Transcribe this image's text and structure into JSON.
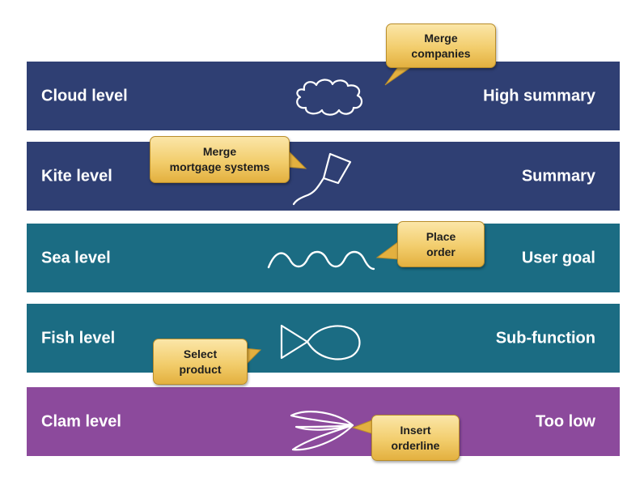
{
  "colors": {
    "navy": "#2f3f73",
    "teal": "#1b6c83",
    "purple": "#8c4a9c",
    "callout": "#f2cd6c",
    "text": "#ffffff"
  },
  "levels": [
    {
      "name": "Cloud level",
      "summary": "High summary",
      "icon": "cloud-icon"
    },
    {
      "name": "Kite level",
      "summary": "Summary",
      "icon": "kite-icon"
    },
    {
      "name": "Sea level",
      "summary": "User goal",
      "icon": "wave-icon"
    },
    {
      "name": "Fish level",
      "summary": "Sub-function",
      "icon": "fish-icon"
    },
    {
      "name": "Clam level",
      "summary": "Too low",
      "icon": "clam-icon"
    }
  ],
  "callouts": [
    {
      "lines": [
        "Merge",
        "companies"
      ]
    },
    {
      "lines": [
        "Merge",
        "mortgage systems"
      ]
    },
    {
      "lines": [
        "Place",
        "order"
      ]
    },
    {
      "lines": [
        "Select",
        "product"
      ]
    },
    {
      "lines": [
        "Insert",
        "orderline"
      ]
    }
  ]
}
